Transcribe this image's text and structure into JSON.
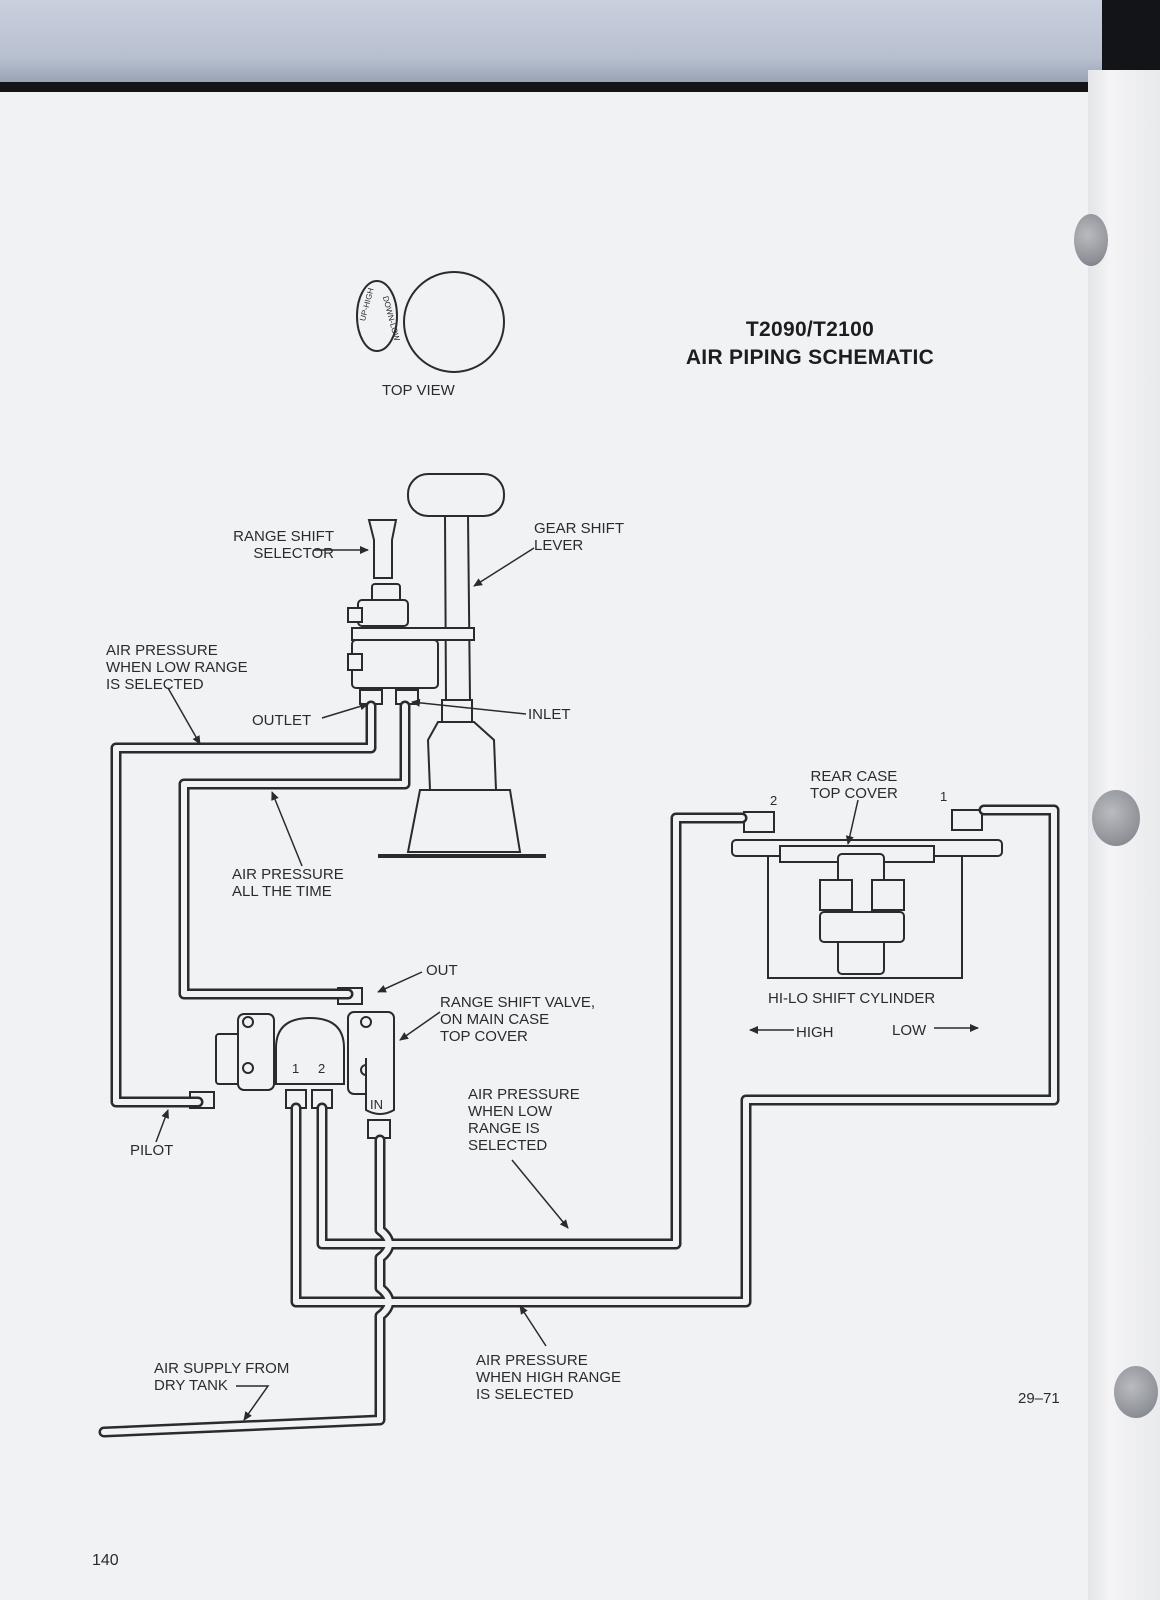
{
  "title": {
    "line1": "T2090/T2100",
    "line2": "AIR PIPING SCHEMATIC"
  },
  "top_view": {
    "caption": "TOP VIEW",
    "medallion_up": "UP-HIGH",
    "medallion_down": "DOWN-LOW"
  },
  "labels": {
    "range_shift_selector": "RANGE SHIFT\nSELECTOR",
    "gear_shift_lever": "GEAR SHIFT\nLEVER",
    "air_pressure_low_top": "AIR PRESSURE\nWHEN LOW RANGE\nIS SELECTED",
    "outlet": "OUTLET",
    "inlet": "INLET",
    "air_pressure_all_time": "AIR PRESSURE\nALL THE TIME",
    "out": "OUT",
    "range_shift_valve": "RANGE SHIFT VALVE,\nON MAIN CASE\nTOP COVER",
    "pilot": "PILOT",
    "in": "IN",
    "port_1": "1",
    "port_2": "2",
    "air_pressure_low_mid": "AIR PRESSURE\nWHEN LOW\nRANGE IS\nSELECTED",
    "rear_case_top_cover": "REAR CASE\nTOP COVER",
    "cyl_port_2": "2",
    "cyl_port_1": "1",
    "hi_lo_shift_cylinder": "HI-LO SHIFT CYLINDER",
    "high": "HIGH",
    "low": "LOW",
    "air_supply": "AIR SUPPLY FROM\nDRY TANK",
    "air_pressure_high": "AIR PRESSURE\nWHEN HIGH RANGE\nIS SELECTED"
  },
  "figure_number": "29–71",
  "page_number": "140"
}
